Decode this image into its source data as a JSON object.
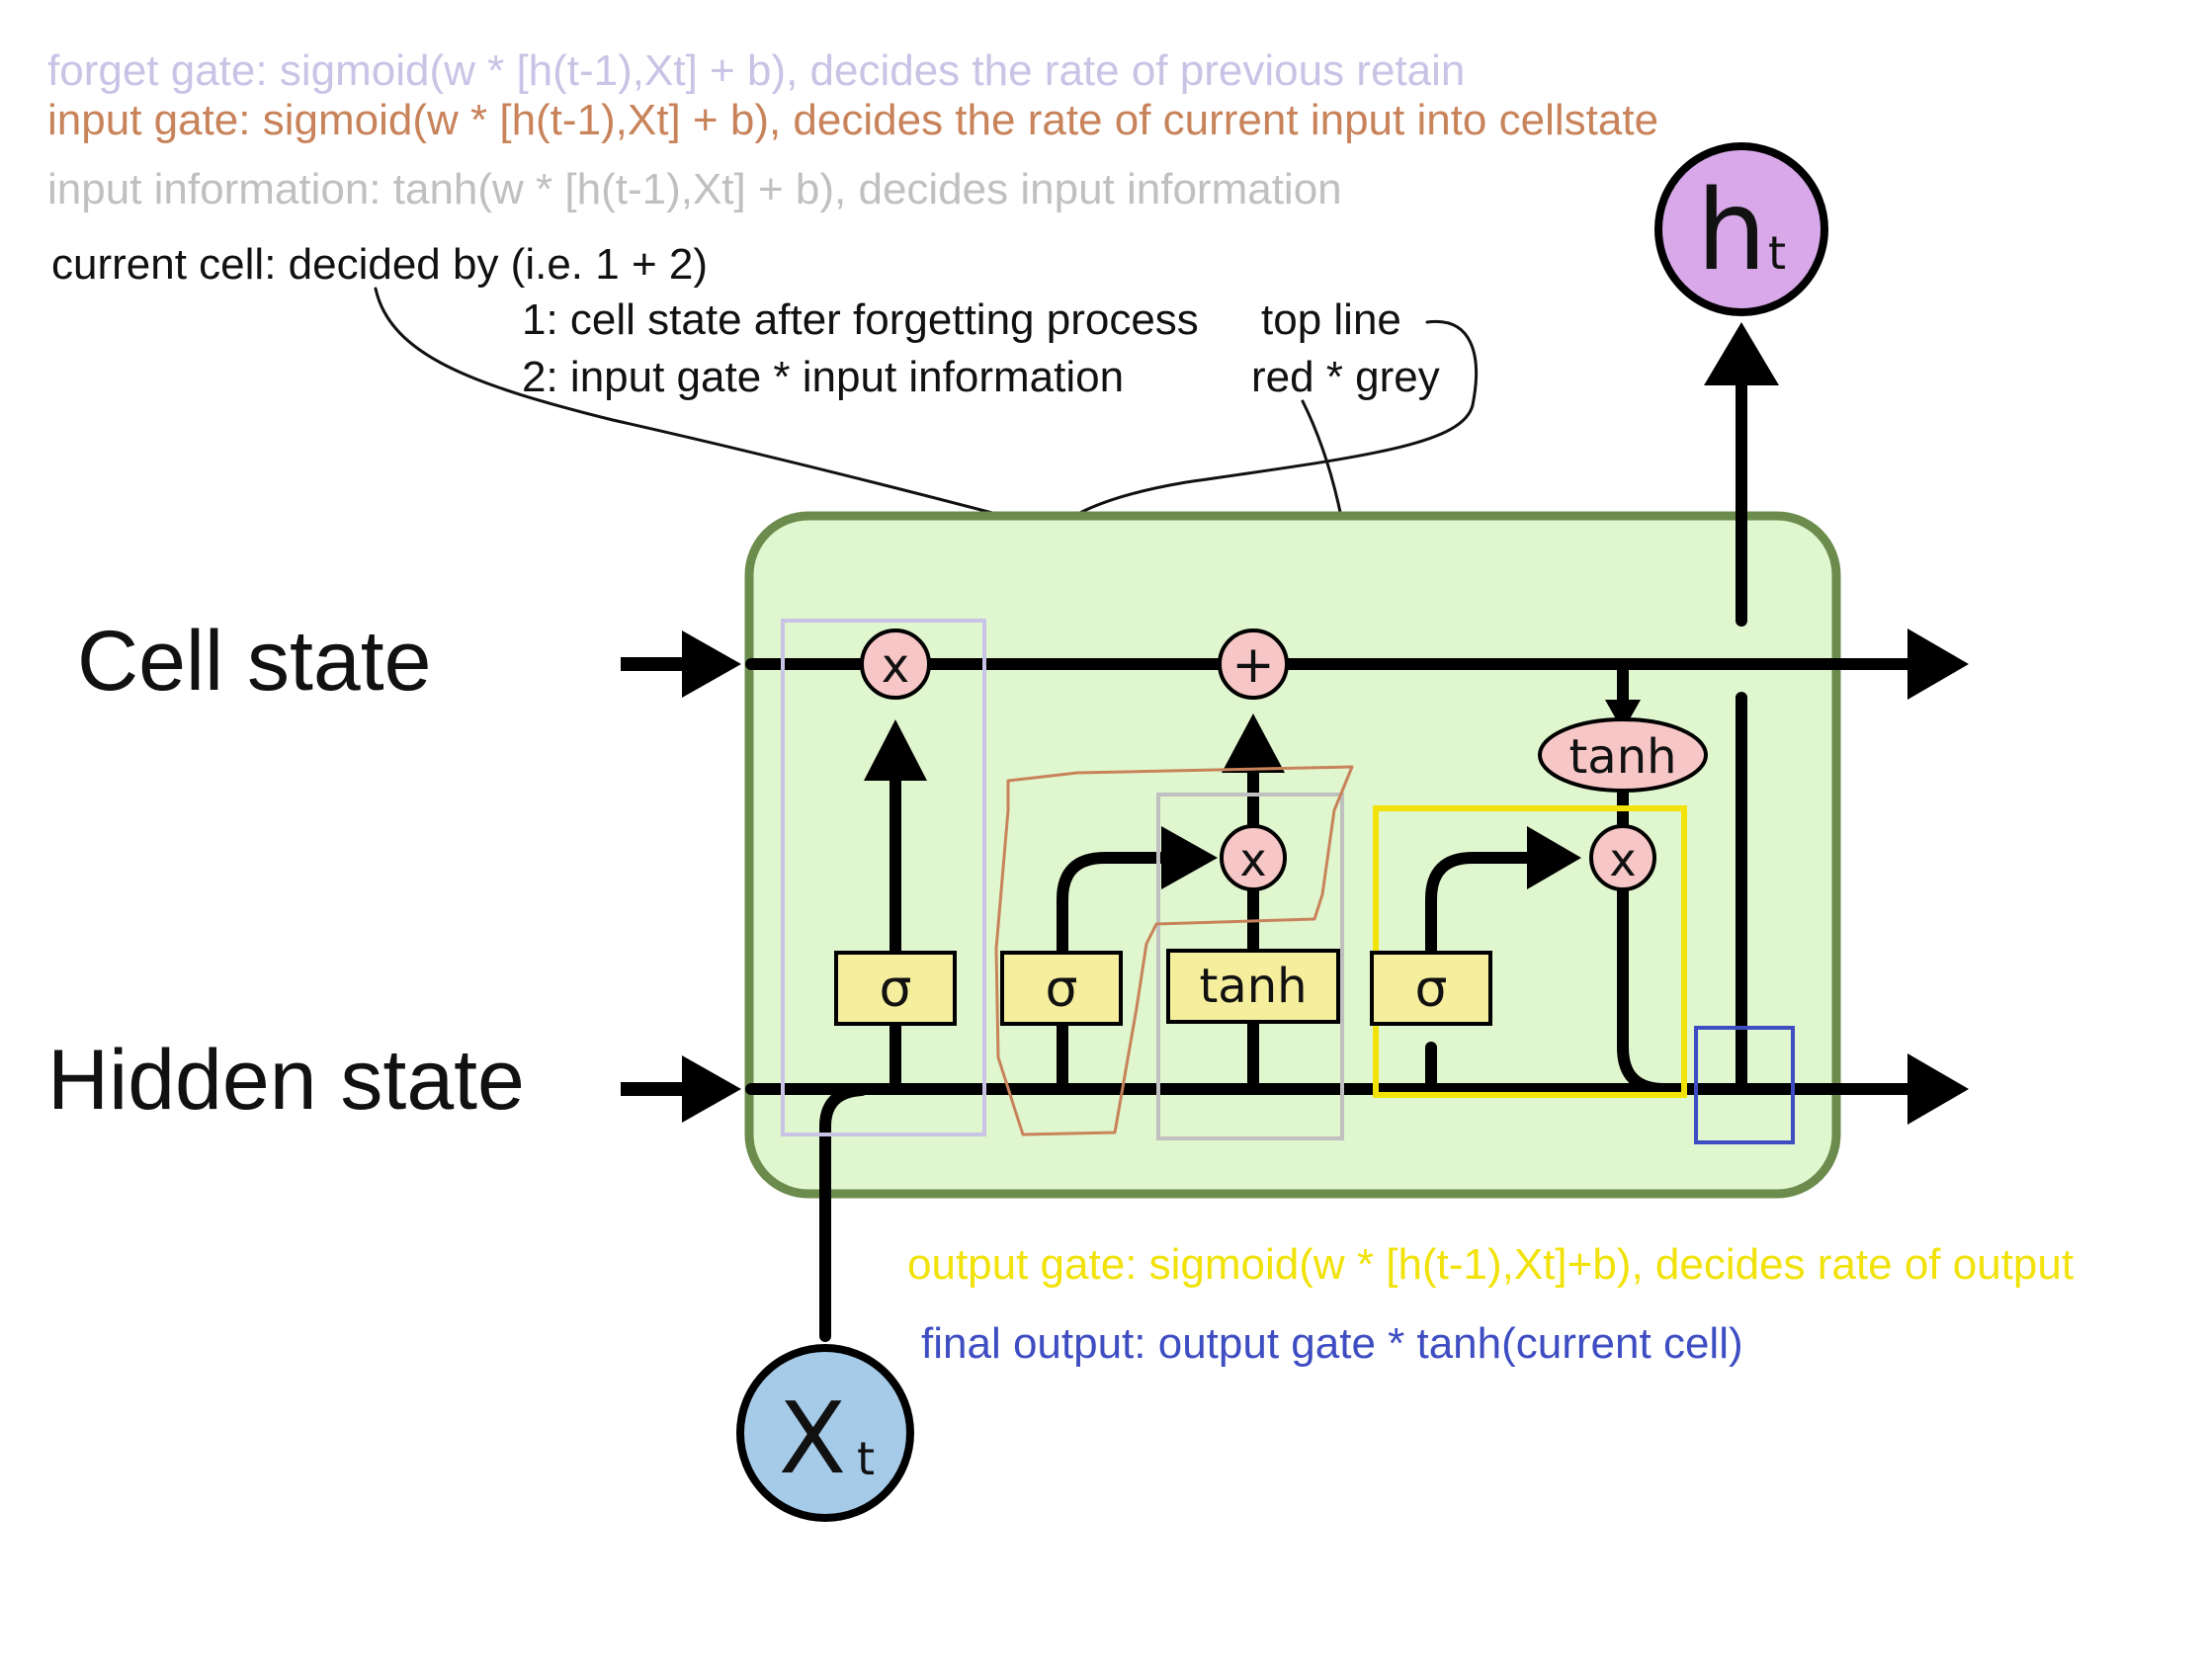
{
  "colors": {
    "forget": "#c9c3e6",
    "input": "#c8835a",
    "info": "#c0c0c0",
    "output": "#f1e20a",
    "final": "#3e4dc2",
    "cell_bg": "#e0f6cf",
    "cell_border": "#6c8c4d",
    "gate_box": "#f5ee9c",
    "op_circle": "#f7c6c6",
    "ht_circle": "#d8a8e8",
    "xt_circle": "#a6cbe9"
  },
  "annotations": {
    "forget_gate": "forget gate: sigmoid(w * [h(t-1),Xt] + b), decides the rate of previous retain",
    "input_gate": "input gate: sigmoid(w * [h(t-1),Xt] + b), decides the rate of current input into cellstate",
    "input_information": "input information: tanh(w * [h(t-1),Xt] + b), decides input information",
    "current_cell": "current cell: decided by  (i.e. 1 + 2)",
    "step1": "1: cell state after forgetting process",
    "step2": "2: input gate * input information",
    "top_line": "top line",
    "red_grey": "red * grey",
    "output_gate": "output gate: sigmoid(w * [h(t-1),Xt]+b), decides rate of output",
    "final_output": "final output: output gate * tanh(current cell)"
  },
  "labels": {
    "cell_state": "Cell state",
    "hidden_state": "Hidden state"
  },
  "nodes": {
    "ht_main": "h",
    "ht_sub": "t",
    "xt_main": "X",
    "xt_sub": "t",
    "multiply": "x",
    "add": "+",
    "sigma": "σ",
    "tanh": "tanh"
  }
}
